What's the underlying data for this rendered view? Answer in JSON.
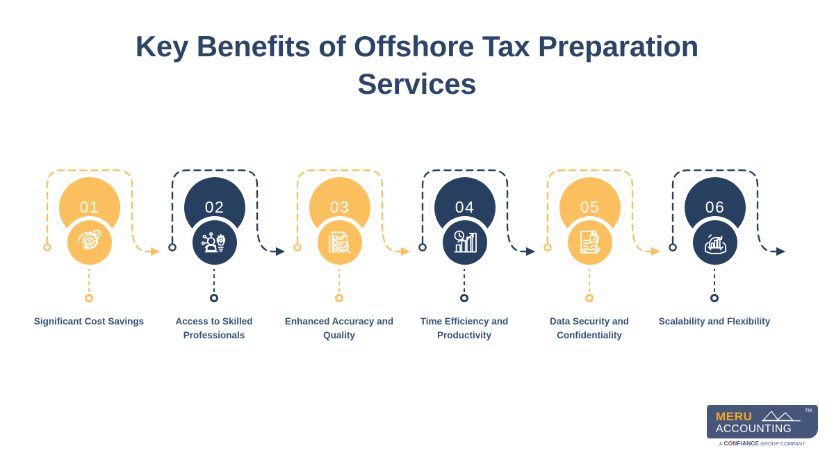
{
  "title": "Key Benefits of Offshore Tax Preparation Services",
  "theme": {
    "orange": "#fbbf5e",
    "navy": "#27405f",
    "title_color": "#2b4468",
    "label_color": "#33527c",
    "background": "#ffffff"
  },
  "steps": [
    {
      "number": "01",
      "label": "Significant Cost Savings",
      "color": "orange",
      "icon": "gear-dollar-refresh-check-icon"
    },
    {
      "number": "02",
      "label": "Access to Skilled Professionals",
      "color": "navy",
      "icon": "person-laptop-lightbulb-gear-icon"
    },
    {
      "number": "03",
      "label": "Enhanced Accuracy and Quality",
      "color": "orange",
      "icon": "checklist-magnifier-icon"
    },
    {
      "number": "04",
      "label": "Time Efficiency and Productivity",
      "color": "navy",
      "icon": "bar-chart-clock-arrow-icon"
    },
    {
      "number": "05",
      "label": "Data Security and Confidentiality",
      "color": "orange",
      "icon": "document-lock-handshake-icon"
    },
    {
      "number": "06",
      "label": "Scalability and Flexibility",
      "color": "navy",
      "icon": "hands-growth-chart-icon"
    }
  ],
  "logo": {
    "brand_top": "MERU",
    "brand_bottom": "ACCOUNTING",
    "trademark": "TM",
    "tagline_prefix": "A ",
    "tagline_brand": "CONFIANCE",
    "tagline_suffix": " GROUP COMPANY"
  }
}
